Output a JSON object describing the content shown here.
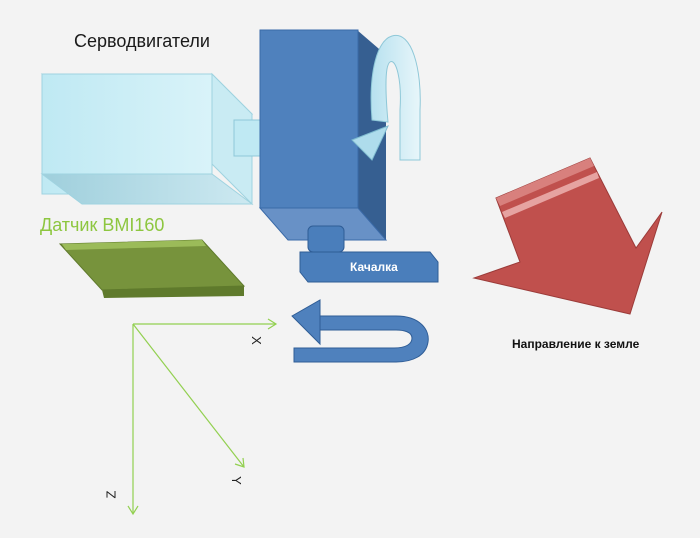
{
  "labels": {
    "servo": "Серводвигатели",
    "sensor": "Датчик BMI160",
    "rocker": "Качалка",
    "ground_direction": "Направление к земле"
  },
  "axes": {
    "x": "X",
    "y": "Y",
    "z": "Z"
  },
  "colors": {
    "servo_body": "#c6ecf4",
    "motor_body": "#4f81bd",
    "rocker": "#4a7ebb",
    "sensor_board": "#77933c",
    "ground_arrow": "#c0504d",
    "axis_lines": "#92d050",
    "sensor_label": "#8dc63f"
  }
}
